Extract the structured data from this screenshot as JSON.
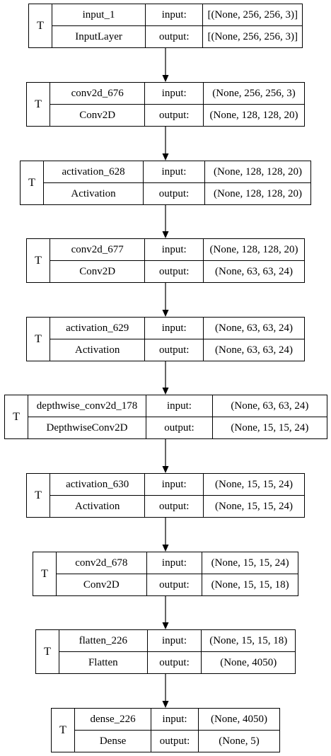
{
  "diagram": {
    "type_marker": "T",
    "input_label": "input:",
    "output_label": "output:",
    "layers": [
      {
        "name": "input_1",
        "kind": "InputLayer",
        "input": "[(None, 256, 256, 3)]",
        "output": "[(None, 256, 256, 3)]"
      },
      {
        "name": "conv2d_676",
        "kind": "Conv2D",
        "input": "(None, 256, 256, 3)",
        "output": "(None, 128, 128, 20)"
      },
      {
        "name": "activation_628",
        "kind": "Activation",
        "input": "(None, 128, 128, 20)",
        "output": "(None, 128, 128, 20)"
      },
      {
        "name": "conv2d_677",
        "kind": "Conv2D",
        "input": "(None, 128, 128, 20)",
        "output": "(None, 63, 63, 24)"
      },
      {
        "name": "activation_629",
        "kind": "Activation",
        "input": "(None, 63, 63, 24)",
        "output": "(None, 63, 63, 24)"
      },
      {
        "name": "depthwise_conv2d_178",
        "kind": "DepthwiseConv2D",
        "input": "(None, 63, 63, 24)",
        "output": "(None, 15, 15, 24)"
      },
      {
        "name": "activation_630",
        "kind": "Activation",
        "input": "(None, 15, 15, 24)",
        "output": "(None, 15, 15, 24)"
      },
      {
        "name": "conv2d_678",
        "kind": "Conv2D",
        "input": "(None, 15, 15, 24)",
        "output": "(None, 15, 15, 18)"
      },
      {
        "name": "flatten_226",
        "kind": "Flatten",
        "input": "(None, 15, 15, 18)",
        "output": "(None, 4050)"
      },
      {
        "name": "dense_226",
        "kind": "Dense",
        "input": "(None, 4050)",
        "output": "(None, 5)"
      }
    ]
  }
}
